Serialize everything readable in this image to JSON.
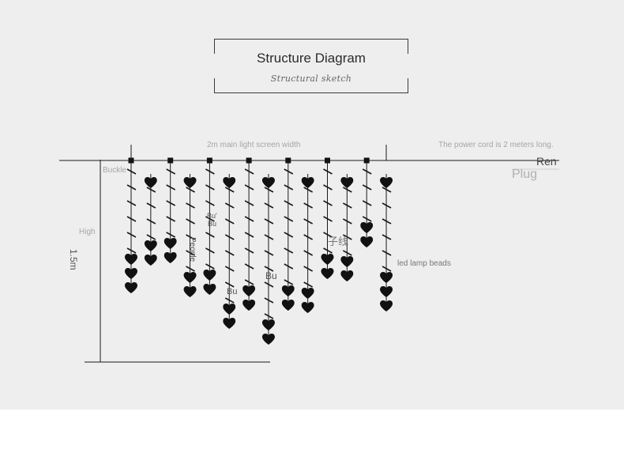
{
  "title": "Structure Diagram",
  "subtitle": "Structural sketch",
  "labels": {
    "width": "2m main light screen width",
    "power_cord": "The power cord is 2 meters long.",
    "ren": "Ren",
    "plug": "Plug",
    "buckle": "Buckle",
    "high": "High",
    "height_value": "1.5m",
    "bu_top": "Bu'",
    "bu_top2": "Bu",
    "people": "People",
    "bu_low": "Bu",
    "bu_mid": "Bu",
    "sub_line": "子线",
    "led": "led lamp beads"
  },
  "colors": {
    "line": "#1a1a1a",
    "heart": "#111111",
    "faint": "#a5a5a5"
  },
  "icons": [
    "heart-icon",
    "buckle-square-icon"
  ],
  "strands": [
    {
      "dashes": 6,
      "hearts": 3
    },
    {
      "dashes": 4,
      "hearts": 2
    },
    {
      "dashes": 5,
      "hearts": 2
    },
    {
      "dashes": 6,
      "hearts": 2
    },
    {
      "dashes": 7,
      "hearts": 2
    },
    {
      "dashes": 8,
      "hearts": 2
    },
    {
      "dashes": 8,
      "hearts": 2
    },
    {
      "dashes": 9,
      "hearts": 2
    },
    {
      "dashes": 8,
      "hearts": 2
    },
    {
      "dashes": 7,
      "hearts": 2
    },
    {
      "dashes": 6,
      "hearts": 2
    },
    {
      "dashes": 5,
      "hearts": 2
    },
    {
      "dashes": 4,
      "hearts": 2
    },
    {
      "dashes": 6,
      "hearts": 3
    }
  ]
}
